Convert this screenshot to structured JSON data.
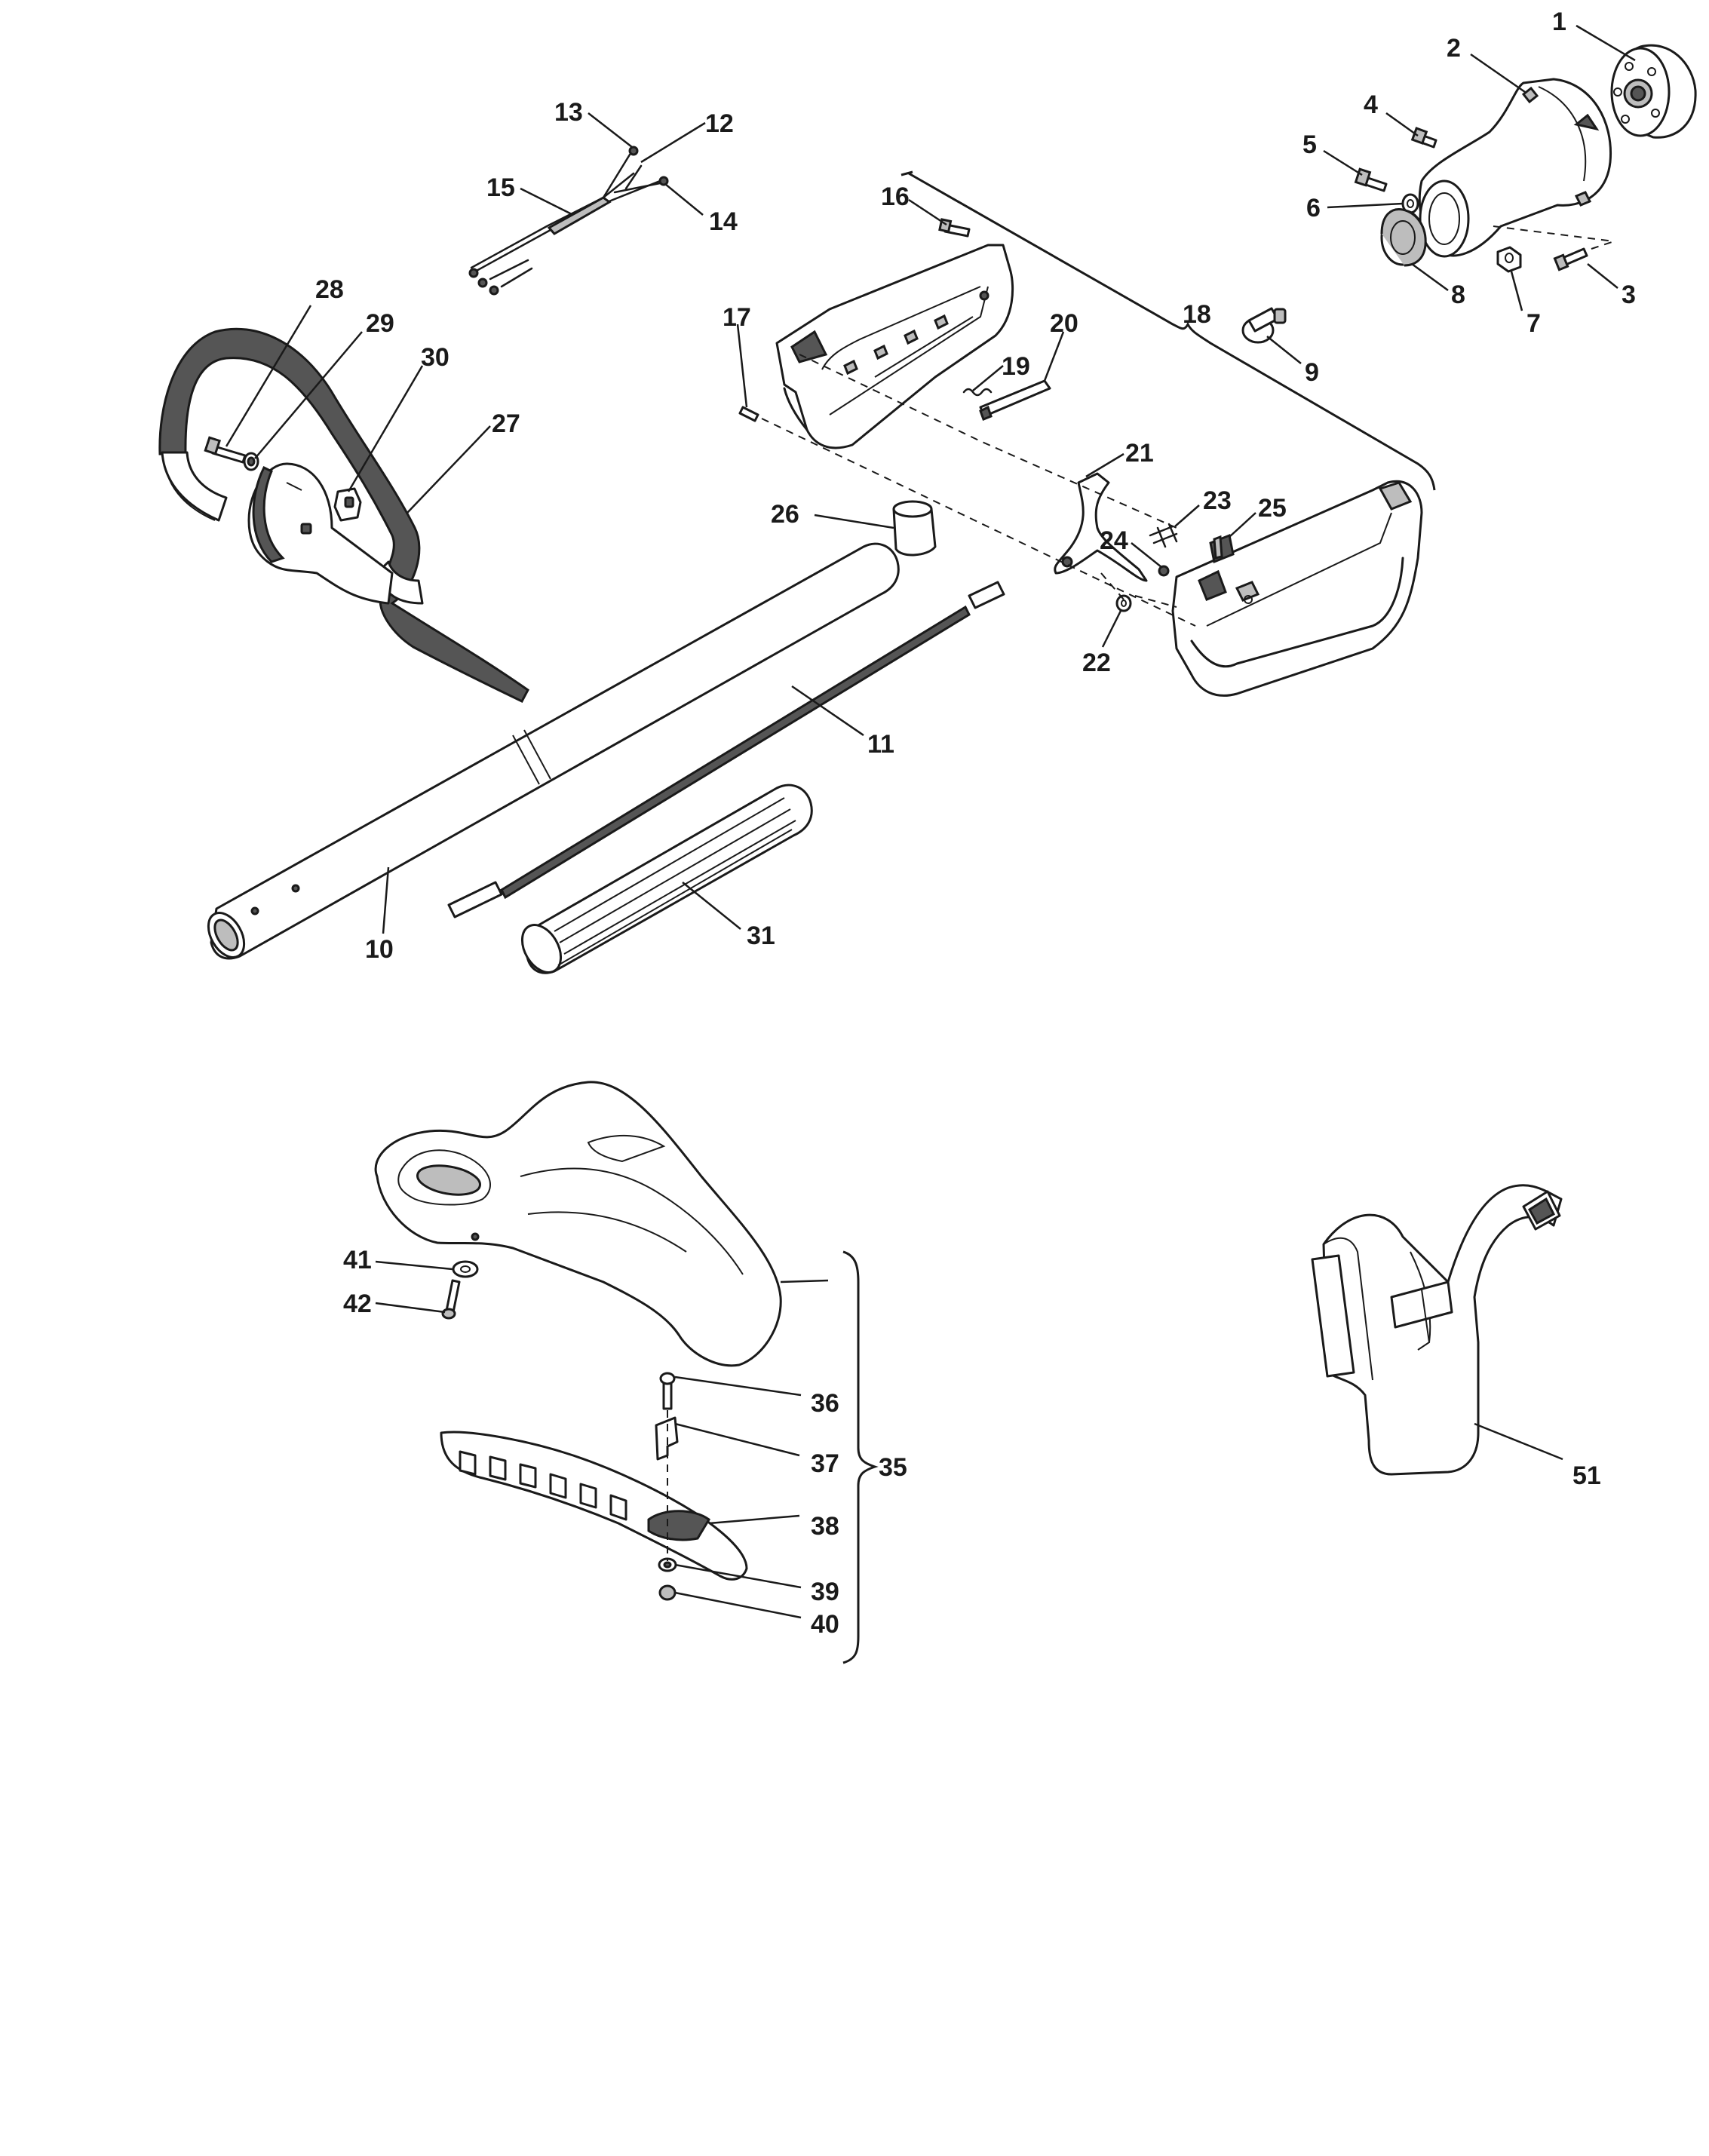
{
  "callouts": [
    {
      "id": "1",
      "label": "1"
    },
    {
      "id": "2",
      "label": "2"
    },
    {
      "id": "3",
      "label": "3"
    },
    {
      "id": "4",
      "label": "4"
    },
    {
      "id": "5",
      "label": "5"
    },
    {
      "id": "6",
      "label": "6"
    },
    {
      "id": "7",
      "label": "7"
    },
    {
      "id": "8",
      "label": "8"
    },
    {
      "id": "9",
      "label": "9"
    },
    {
      "id": "10",
      "label": "10"
    },
    {
      "id": "11",
      "label": "11"
    },
    {
      "id": "12",
      "label": "12"
    },
    {
      "id": "13",
      "label": "13"
    },
    {
      "id": "14",
      "label": "14"
    },
    {
      "id": "15",
      "label": "15"
    },
    {
      "id": "16",
      "label": "16"
    },
    {
      "id": "17",
      "label": "17"
    },
    {
      "id": "18",
      "label": "18"
    },
    {
      "id": "19",
      "label": "19"
    },
    {
      "id": "20",
      "label": "20"
    },
    {
      "id": "21",
      "label": "21"
    },
    {
      "id": "22",
      "label": "22"
    },
    {
      "id": "23",
      "label": "23"
    },
    {
      "id": "24",
      "label": "24"
    },
    {
      "id": "25",
      "label": "25"
    },
    {
      "id": "26",
      "label": "26"
    },
    {
      "id": "27",
      "label": "27"
    },
    {
      "id": "28",
      "label": "28"
    },
    {
      "id": "29",
      "label": "29"
    },
    {
      "id": "30",
      "label": "30"
    },
    {
      "id": "31",
      "label": "31"
    },
    {
      "id": "35",
      "label": "35"
    },
    {
      "id": "36",
      "label": "36"
    },
    {
      "id": "37",
      "label": "37"
    },
    {
      "id": "38",
      "label": "38"
    },
    {
      "id": "39",
      "label": "39"
    },
    {
      "id": "40",
      "label": "40"
    },
    {
      "id": "41",
      "label": "41"
    },
    {
      "id": "42",
      "label": "42"
    },
    {
      "id": "51",
      "label": "51"
    }
  ]
}
